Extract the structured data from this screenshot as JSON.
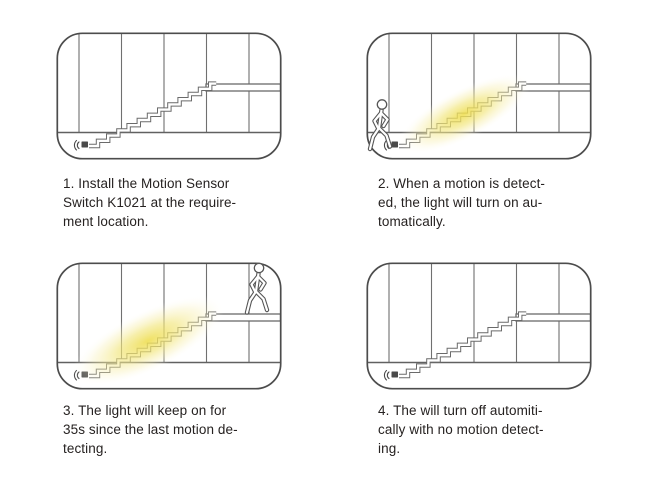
{
  "document": {
    "type": "product-manual-illustration",
    "product_reference": "Motion Sensor Switch K1021"
  },
  "colors": {
    "background": "#ffffff",
    "line_gray": "#6a6a6a",
    "frame_gray": "#4c4c4c",
    "text": "#262221",
    "glow_yellow_core": "#eedd4e"
  },
  "panels": [
    {
      "step": "1",
      "light_on": false,
      "person_position": "none",
      "caption_lines": [
        "1. Install the Motion Sensor",
        "Switch K1021 at the require-",
        "ment location."
      ]
    },
    {
      "step": "2",
      "light_on": true,
      "person_position": "bottom-of-stairs",
      "caption_lines": [
        "2. When a motion is detect-",
        "ed, the light will turn on au-",
        "tomatically."
      ]
    },
    {
      "step": "3",
      "light_on": true,
      "person_position": "top-of-stairs",
      "caption_lines": [
        "3. The light will keep on for",
        "35s since the last motion de-",
        "tecting."
      ]
    },
    {
      "step": "4",
      "light_on": false,
      "person_position": "none",
      "caption_lines": [
        "4. The will turn off automiti-",
        "cally with no motion detect-",
        "ing."
      ]
    }
  ]
}
